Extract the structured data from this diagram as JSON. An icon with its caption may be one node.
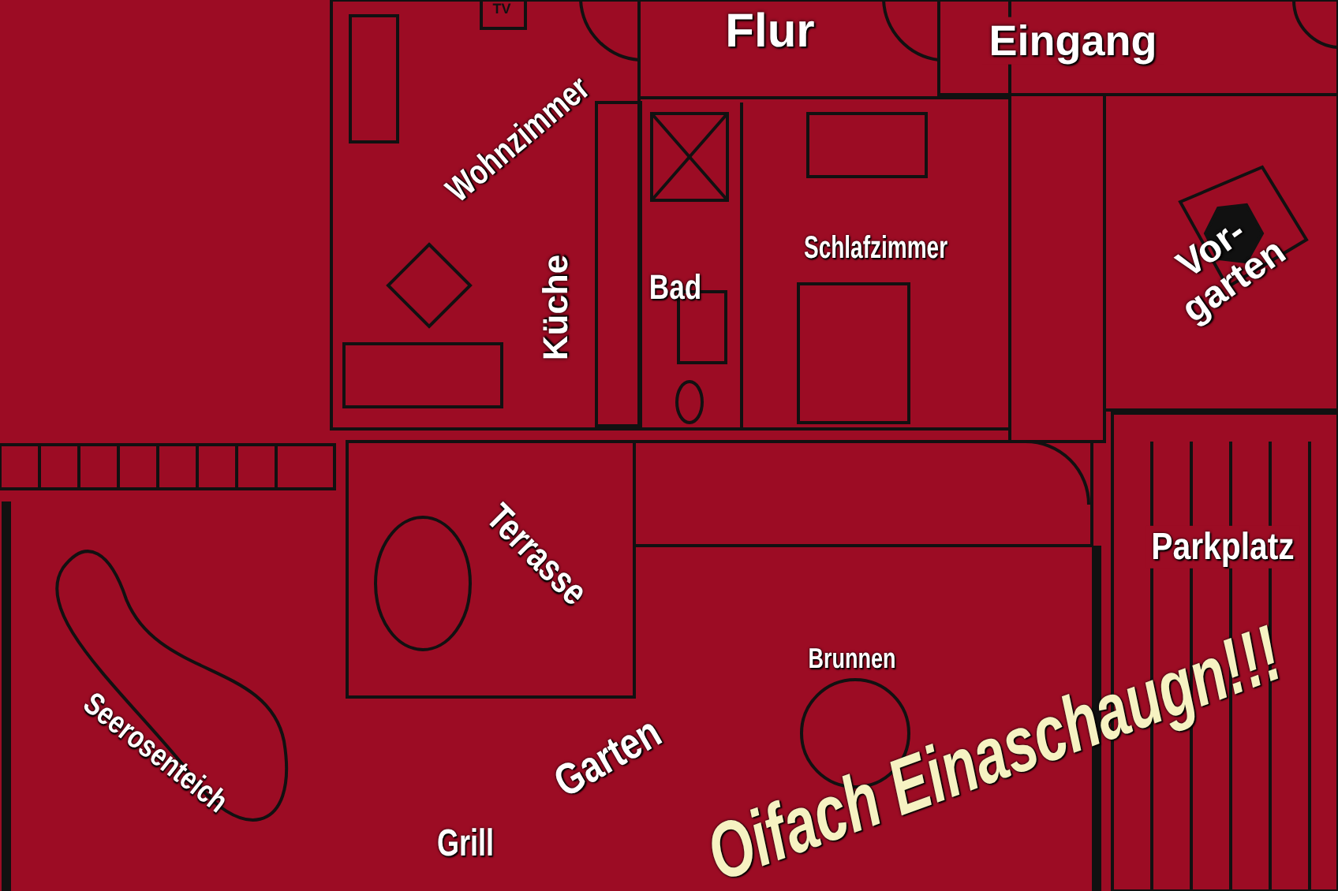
{
  "diagram": {
    "labels": [
      "TV",
      "Flur",
      "Eingang",
      "Wohnzimmer",
      "Küche",
      "Bad",
      "Schlafzimmer",
      "Vor- garten",
      "Terrasse",
      "Parkplatz",
      "Brunnen",
      "Seerosenteich",
      "Garten",
      "Grill",
      "Oifach Einaschaugn!!!"
    ]
  }
}
